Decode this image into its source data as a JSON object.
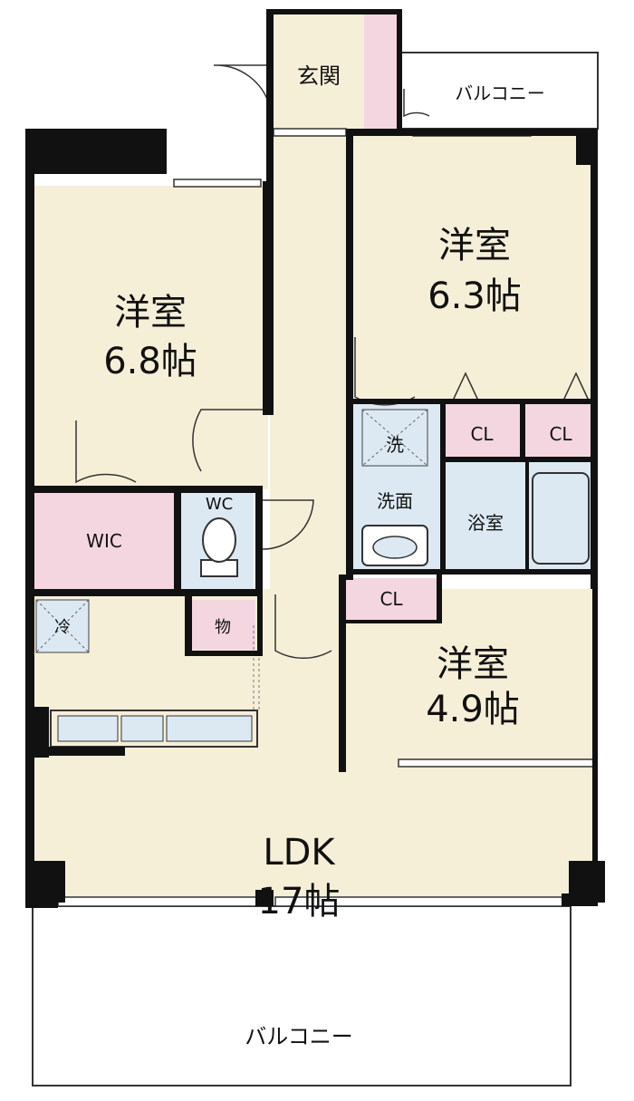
{
  "colors": {
    "floor": "#f6efd8",
    "wet": "#dce9f3",
    "storage": "#f4d6e1",
    "wall": "#111111",
    "balcony": "#ffffff"
  },
  "rooms": {
    "entrance": {
      "label": "玄関"
    },
    "balcony_top": {
      "label": "バルコニー"
    },
    "western_left": {
      "label": "洋室",
      "size": "6.8帖"
    },
    "western_top_right": {
      "label": "洋室",
      "size": "6.3帖"
    },
    "cl_1": {
      "label": "CL"
    },
    "cl_2": {
      "label": "CL"
    },
    "washer": {
      "label": "洗"
    },
    "washroom": {
      "label": "洗面"
    },
    "bathroom": {
      "label": "浴室"
    },
    "wc": {
      "label": "WC"
    },
    "wic": {
      "label": "WIC"
    },
    "fridge": {
      "label": "冷"
    },
    "storage": {
      "label": "物"
    },
    "cl_3": {
      "label": "CL"
    },
    "western_mid_right": {
      "label": "洋室",
      "size": "4.9帖"
    },
    "ldk": {
      "label": "LDK",
      "size": "17帖"
    },
    "balcony_bottom": {
      "label": "バルコニー"
    }
  }
}
